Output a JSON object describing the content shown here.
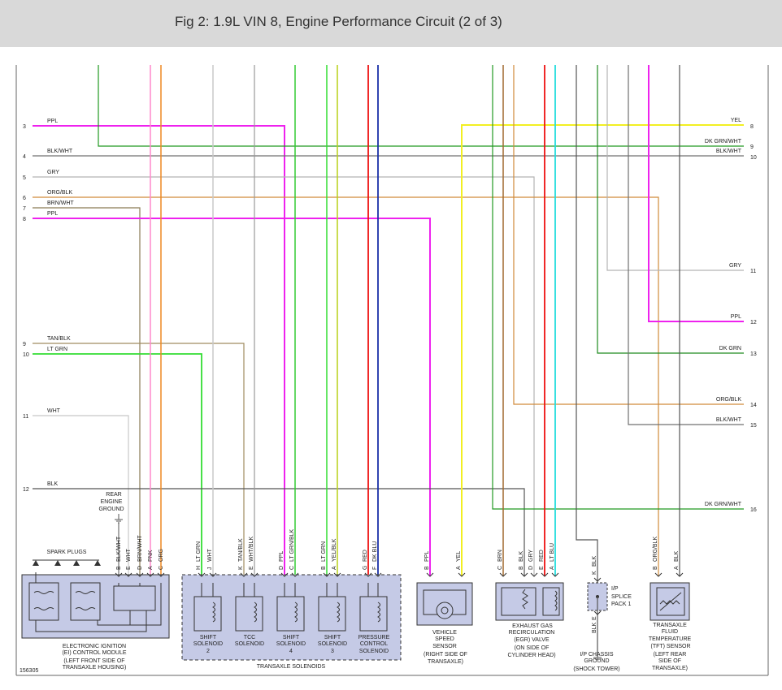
{
  "header": {
    "title": "Fig 2: 1.9L VIN 8, Engine Performance Circuit (2 of 3)"
  },
  "diagram_id": "156305",
  "colors": {
    "PPL": "#ee22ee",
    "BLK/WHT": "#707070",
    "GRY": "#b4b4b4",
    "ORG/BLK": "#d08a3a",
    "BRN/WHT": "#8a7a55",
    "TAN/BLK": "#a08c60",
    "LT GRN": "#33dd33",
    "WHT": "#c8c8c8",
    "BLK": "#555555",
    "YEL": "#f2ef22",
    "DK GRN/WHT": "#229922",
    "DK GRN": "#1d8a1d",
    "PNK": "#ff88cc",
    "ORG": "#ee8822",
    "LT GRN/BLK": "#33cc33",
    "YEL/BLK": "#b8d018",
    "RED": "#ee1111",
    "DK BLU": "#1a2fa8",
    "BRN": "#a0682e",
    "LT BLU": "#22dddd",
    "WHT/BLK": "#9a9a9a"
  },
  "left_refs": [
    {
      "num": "3",
      "label": "PPL"
    },
    {
      "num": "4",
      "label": "BLK/WHT"
    },
    {
      "num": "5",
      "label": "GRY"
    },
    {
      "num": "6",
      "label": "ORG/BLK"
    },
    {
      "num": "7",
      "label": "BRN/WHT"
    },
    {
      "num": "8",
      "label": "PPL"
    },
    {
      "num": "9",
      "label": "TAN/BLK"
    },
    {
      "num": "10",
      "label": "LT GRN"
    },
    {
      "num": "11",
      "label": "WHT"
    },
    {
      "num": "12",
      "label": "BLK"
    }
  ],
  "right_refs": [
    {
      "num": "8",
      "label": "YEL"
    },
    {
      "num": "9",
      "label": "DK GRN/WHT"
    },
    {
      "num": "10",
      "label": "BLK/WHT"
    },
    {
      "num": "11",
      "label": "GRY"
    },
    {
      "num": "12",
      "label": "PPL"
    },
    {
      "num": "13",
      "label": "DK GRN"
    },
    {
      "num": "14",
      "label": "ORG/BLK"
    },
    {
      "num": "15",
      "label": "BLK/WHT"
    },
    {
      "num": "16",
      "label": "DK GRN/WHT"
    }
  ],
  "components": {
    "spark_plugs": "SPARK PLUGS",
    "rear_ground": [
      "REAR",
      "ENGINE",
      "GROUND"
    ],
    "ei_module": [
      "ELECTRONIC IGNITION",
      "(EI) CONTROL MODULE",
      "(LEFT FRONT SIDE OF",
      "TRANSAXLE HOUSING)"
    ],
    "shift2": [
      "SHIFT",
      "SOLENOID",
      "2"
    ],
    "tcc": [
      "TCC",
      "SOLENOID"
    ],
    "shift4": [
      "SHIFT",
      "SOLENOID",
      "4"
    ],
    "shift3": [
      "SHIFT",
      "SOLENOID",
      "3"
    ],
    "pressure": [
      "PRESSURE",
      "CONTROL",
      "SOLENOID"
    ],
    "transaxle_solenoids": "TRANSAXLE SOLENOIDS",
    "vss": [
      "VEHICLE",
      "SPEED",
      "SENSOR",
      "(RIGHT SIDE OF",
      "TRANSAXLE)"
    ],
    "egr": [
      "EXHAUST GAS",
      "RECIRCULATION",
      "(EGR) VALVE",
      "(ON SIDE OF",
      "CYLINDER HEAD)"
    ],
    "splice": [
      "I/P",
      "SPLICE",
      "PACK 1"
    ],
    "chassis_ground": [
      "I/P CHASSIS",
      "GROUND",
      "(SHOCK TOWER)"
    ],
    "tft": [
      "TRANSAXLE",
      "FLUID",
      "TEMPERATURE",
      "(TFT) SENSOR",
      "(LEFT REAR",
      "SIDE OF",
      "TRANSAXLE)"
    ]
  },
  "pins": {
    "ei": [
      {
        "pin": "B",
        "wire": "BLK/WHT"
      },
      {
        "pin": "E",
        "wire": "WHT"
      },
      {
        "pin": "D",
        "wire": "BRN/WHT"
      },
      {
        "pin": "A",
        "wire": "PNK"
      },
      {
        "pin": "C",
        "wire": "ORG"
      }
    ],
    "solenoids": [
      {
        "pin": "H",
        "wire": "LT GRN"
      },
      {
        "pin": "J",
        "wire": "WHT"
      },
      {
        "pin": "K",
        "wire": "TAN/BLK"
      },
      {
        "pin": "E",
        "wire": "WHT/BLK"
      },
      {
        "pin": "D",
        "wire": "PPL"
      },
      {
        "pin": "C",
        "wire": "LT GRN/BLK"
      },
      {
        "pin": "B",
        "wire": "LT GRN"
      },
      {
        "pin": "A",
        "wire": "YEL/BLK"
      },
      {
        "pin": "G",
        "wire": "RED"
      },
      {
        "pin": "F",
        "wire": "DK BLU"
      }
    ],
    "vss": [
      {
        "pin": "B",
        "wire": "PPL"
      },
      {
        "pin": "A",
        "wire": "YEL"
      }
    ],
    "egr": [
      {
        "pin": "C",
        "wire": "BRN"
      },
      {
        "pin": "B",
        "wire": "BLK"
      },
      {
        "pin": "D",
        "wire": "GRY"
      },
      {
        "pin": "E",
        "wire": "RED"
      },
      {
        "pin": "A",
        "wire": "LT BLU"
      }
    ],
    "splice_top": {
      "pin": "K",
      "wire": "BLK"
    },
    "splice_bottom": {
      "pin": "E",
      "wire": "BLK"
    },
    "tft": [
      {
        "pin": "B",
        "wire": "ORG/BLK"
      },
      {
        "pin": "A",
        "wire": "BLK"
      }
    ]
  }
}
